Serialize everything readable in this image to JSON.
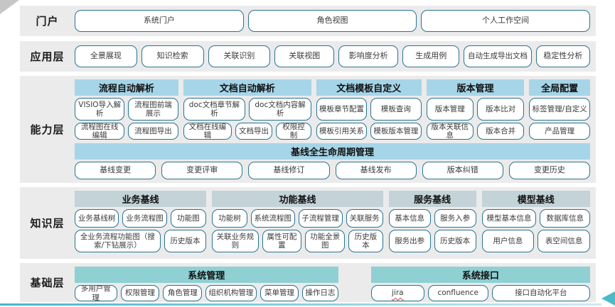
{
  "colors": {
    "band_bg": "#ebebeb",
    "header_blue": "#a6d5e8",
    "header_grayblue": "#c3d3d8",
    "header_teal": "#8fd0d3",
    "chip_border": "#2a7391",
    "accent_line": "#47b6c7"
  },
  "layers": {
    "portal": {
      "label": "门户",
      "items": [
        "系统门户",
        "角色视图",
        "个人工作空间"
      ]
    },
    "application": {
      "label": "应用层",
      "items": [
        "全景展现",
        "知识检索",
        "关联识别",
        "关联视图",
        "影响度分析",
        "生成用例",
        "自动生成导出文档",
        "稳定性分析"
      ]
    },
    "capability": {
      "label": "能力层",
      "groups": [
        {
          "title": "流程自动解析",
          "rows": [
            [
              "VISIO导入解析",
              "流程图前端展示"
            ],
            [
              "流程图在线编辑",
              "流程图导出"
            ]
          ]
        },
        {
          "title": "文档自动解析",
          "rows": [
            [
              "doc文档章节解析",
              "doc文档内容解析"
            ],
            [
              "文档在线编辑",
              "文档导出",
              "权限控制"
            ]
          ]
        },
        {
          "title": "文档模板自定义",
          "rows": [
            [
              "模板章节配置",
              "模板查询"
            ],
            [
              "模板引用关系",
              "模板版本管理"
            ]
          ]
        },
        {
          "title": "版本管理",
          "rows": [
            [
              "版本管理",
              "版本比对"
            ],
            [
              "版本关联信息",
              "版本合并"
            ]
          ]
        },
        {
          "title": "全局配置",
          "rows": [
            [
              "标签管理/自定义"
            ],
            [
              "产品管理"
            ]
          ]
        }
      ],
      "baseline": {
        "title": "基线全生命周期管理",
        "items": [
          "基线变更",
          "变更评审",
          "基线修订",
          "基线发布",
          "版本纠错",
          "变更历史"
        ]
      }
    },
    "knowledge": {
      "label": "知识层",
      "groups": [
        {
          "title": "业务基线",
          "rows": [
            [
              "业务基线树",
              "业务流程图",
              "功能图"
            ],
            [
              "全业务流程功能图（搜索/下钻展示）",
              "历史版本"
            ]
          ]
        },
        {
          "title": "功能基线",
          "rows": [
            [
              "功能树",
              "系统流程图",
              "子流程管理",
              "关联服务"
            ],
            [
              "关联业务规则",
              "属性可配置",
              "功能全景图",
              "历史版本"
            ]
          ]
        },
        {
          "title": "服务基线",
          "rows": [
            [
              "基本信息",
              "服务入参"
            ],
            [
              "服务出参",
              "历史版本"
            ]
          ]
        },
        {
          "title": "模型基线",
          "rows": [
            [
              "模型基本信息",
              "数据库信息"
            ],
            [
              "用户信息",
              "表空间信息"
            ]
          ]
        }
      ]
    },
    "foundation": {
      "label": "基础层",
      "groups": [
        {
          "title": "系统管理",
          "items": [
            "多用户管理",
            "权限管理",
            "角色管理",
            "组织机构管理",
            "菜单管理",
            "操作日志"
          ]
        },
        {
          "title": "系统接口",
          "items": [
            "jira",
            "confluence",
            "接口自动化平台"
          ]
        }
      ]
    }
  }
}
